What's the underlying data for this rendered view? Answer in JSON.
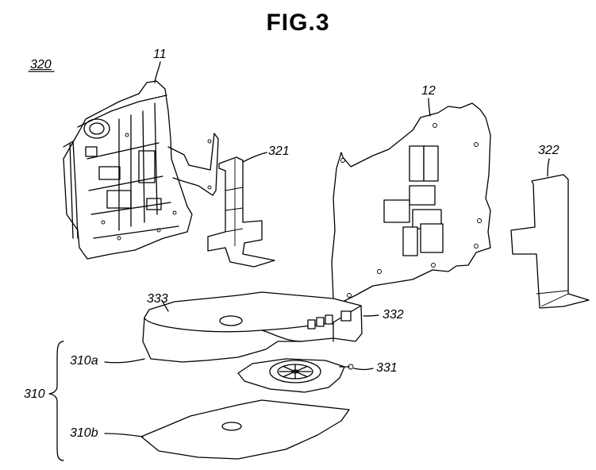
{
  "figure": {
    "title": "FIG.3",
    "labels": {
      "l320": "320",
      "l11": "11",
      "l321": "321",
      "l12": "12",
      "l322": "322",
      "l333": "333",
      "l332": "332",
      "l310a": "310a",
      "l331": "331",
      "l310": "310",
      "l310b": "310b"
    }
  }
}
